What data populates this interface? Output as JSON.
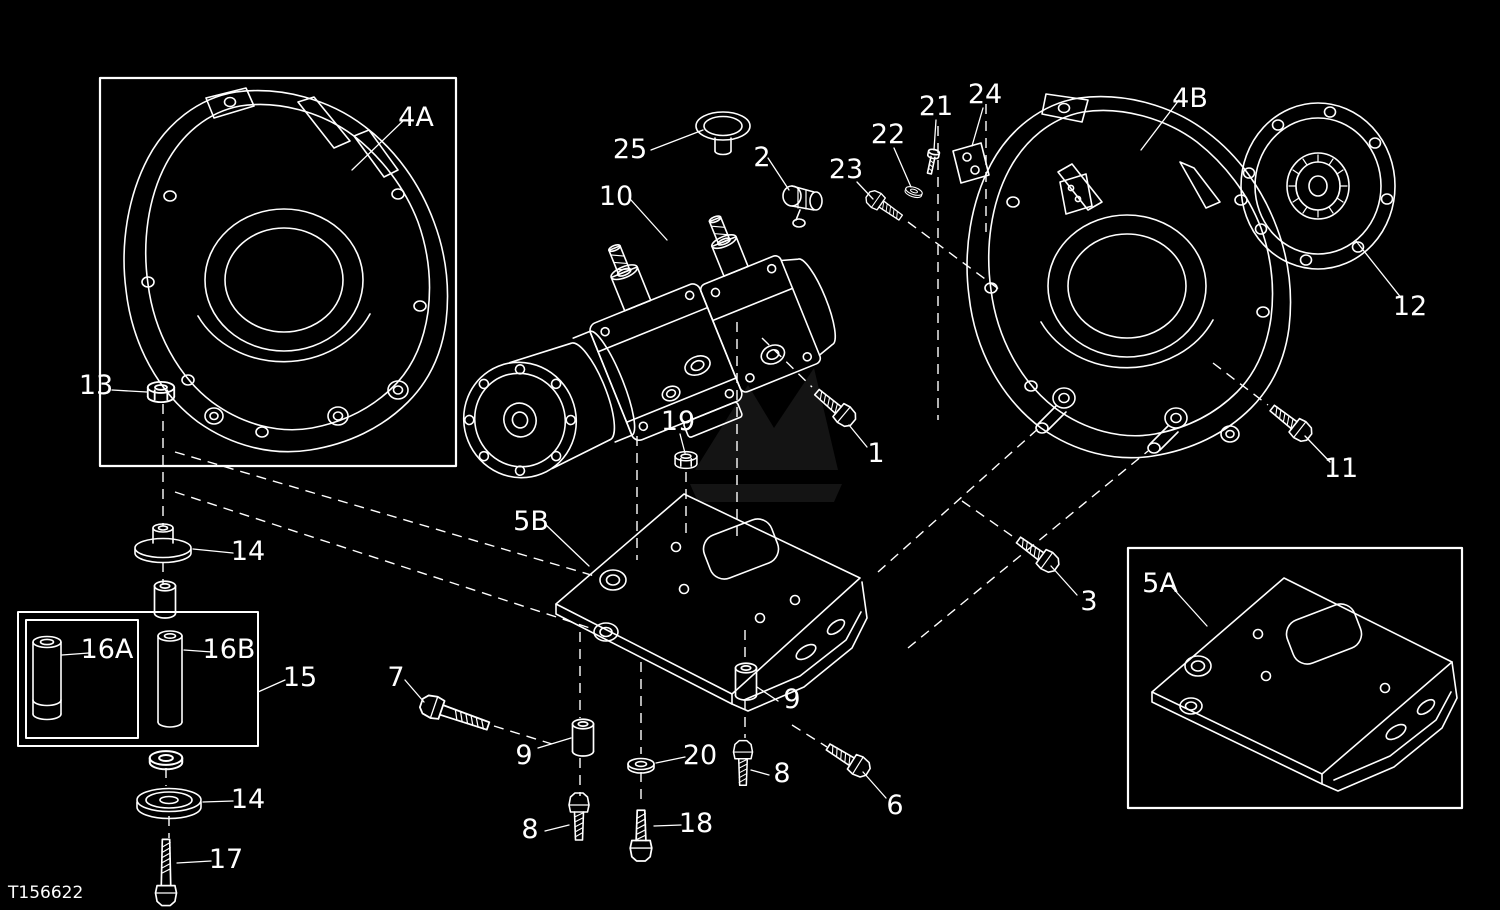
{
  "figure": {
    "code": "T156622",
    "type": "exploded-parts-diagram"
  },
  "colors": {
    "background": "#000000",
    "line": "#ffffff"
  },
  "callouts": [
    {
      "label": "1"
    },
    {
      "label": "2"
    },
    {
      "label": "3"
    },
    {
      "label": "4A"
    },
    {
      "label": "4B"
    },
    {
      "label": "5A"
    },
    {
      "label": "5B"
    },
    {
      "label": "6"
    },
    {
      "label": "7"
    },
    {
      "label": "8"
    },
    {
      "label": "8"
    },
    {
      "label": "9"
    },
    {
      "label": "9"
    },
    {
      "label": "10"
    },
    {
      "label": "11"
    },
    {
      "label": "12"
    },
    {
      "label": "13"
    },
    {
      "label": "14"
    },
    {
      "label": "14"
    },
    {
      "label": "15"
    },
    {
      "label": "16A"
    },
    {
      "label": "16B"
    },
    {
      "label": "17"
    },
    {
      "label": "18"
    },
    {
      "label": "19"
    },
    {
      "label": "20"
    },
    {
      "label": "21"
    },
    {
      "label": "22"
    },
    {
      "label": "23"
    },
    {
      "label": "24"
    },
    {
      "label": "25"
    }
  ]
}
